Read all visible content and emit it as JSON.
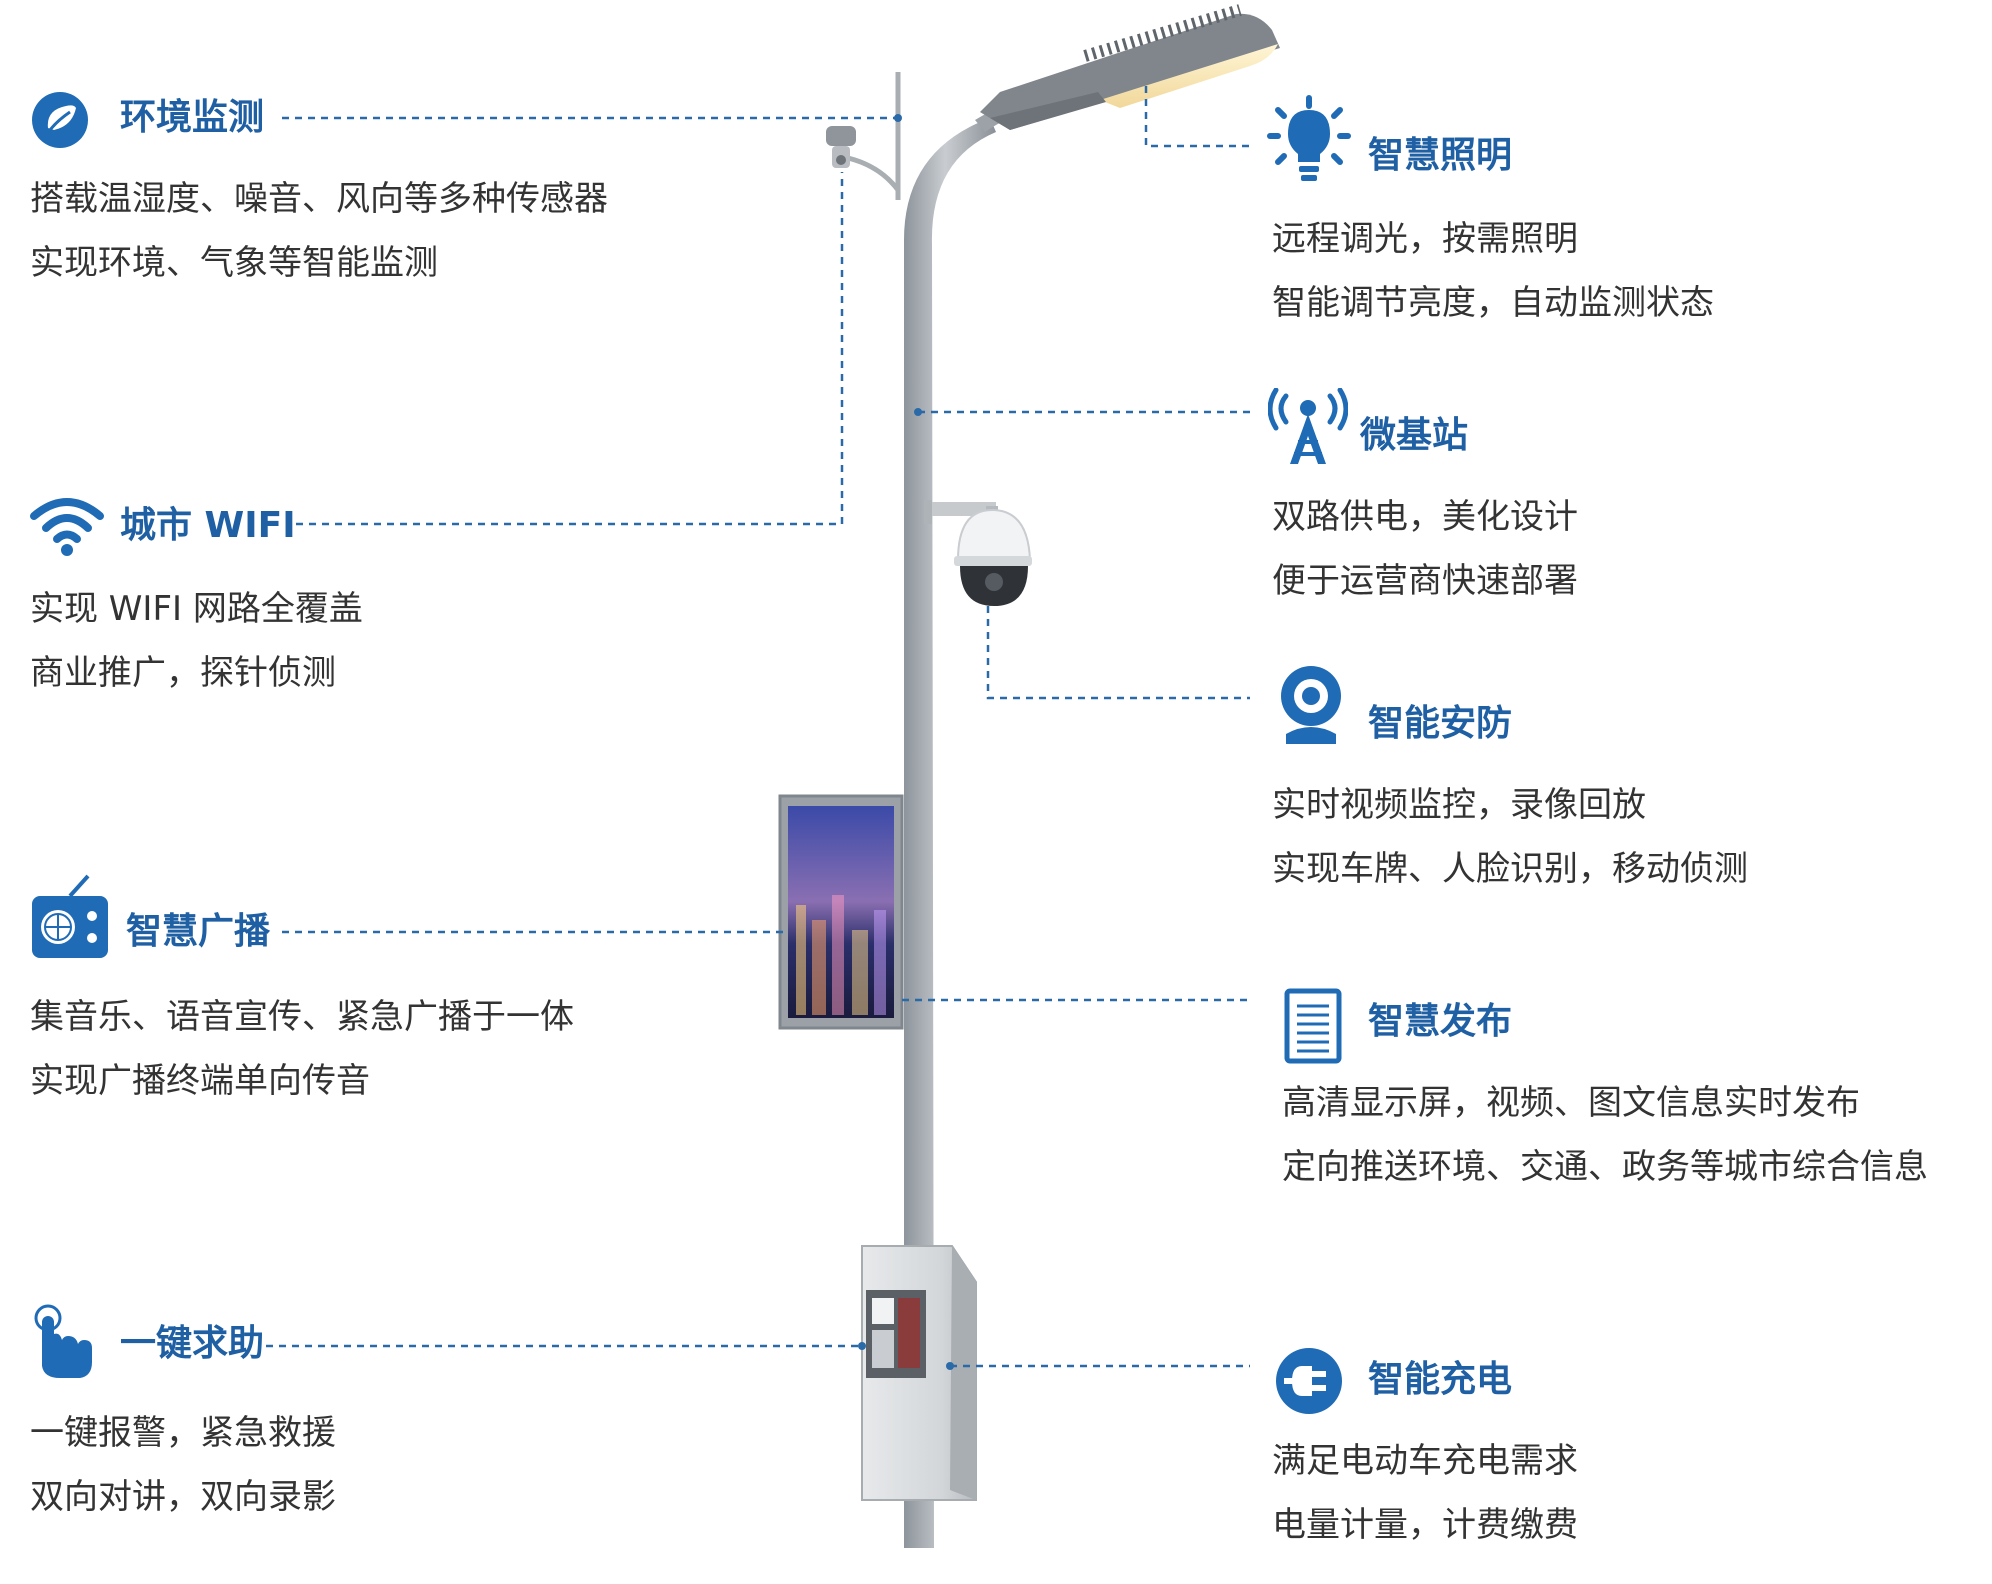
{
  "colors": {
    "title": "#1f5fa3",
    "icon": "#1f6bb5",
    "text": "#333333",
    "connector": "#2a6aa8",
    "pole": "#9aa0a6"
  },
  "features": [
    {
      "id": "env",
      "icon": "leaf-icon",
      "title": "环境监测",
      "lines": [
        "搭载温湿度、噪音、风向等多种传感器",
        "实现环境、气象等智能监测"
      ]
    },
    {
      "id": "wifi",
      "icon": "wifi-icon",
      "title": "城市 WIFI",
      "lines": [
        "实现 WIFI 网路全覆盖",
        "商业推广，探针侦测"
      ]
    },
    {
      "id": "broadcast",
      "icon": "radio-icon",
      "title": "智慧广播",
      "lines": [
        "集音乐、语音宣传、紧急广播于一体",
        "实现广播终端单向传音"
      ]
    },
    {
      "id": "sos",
      "icon": "hand-pointer-icon",
      "title": "一键求助",
      "lines": [
        "一键报警，紧急救援",
        "双向对讲，双向录影"
      ]
    },
    {
      "id": "lighting",
      "icon": "lightbulb-icon",
      "title": "智慧照明",
      "lines": [
        "远程调光，按需照明",
        "智能调节亮度，自动监测状态"
      ]
    },
    {
      "id": "base",
      "icon": "antenna-tower-icon",
      "title": "微基站",
      "lines": [
        "双路供电，美化设计",
        "便于运营商快速部署"
      ]
    },
    {
      "id": "security",
      "icon": "webcam-icon",
      "title": "智能安防",
      "lines": [
        "实时视频监控，录像回放",
        "实现车牌、人脸识别，移动侦测"
      ]
    },
    {
      "id": "publish",
      "icon": "document-icon",
      "title": "智慧发布",
      "lines": [
        "高清显示屏，视频、图文信息实时发布",
        "定向推送环境、交通、政务等城市综合信息"
      ]
    },
    {
      "id": "charge",
      "icon": "plug-icon",
      "title": "智能充电",
      "lines": [
        "满足电动车充电需求",
        "电量计量，计费缴费"
      ]
    }
  ]
}
